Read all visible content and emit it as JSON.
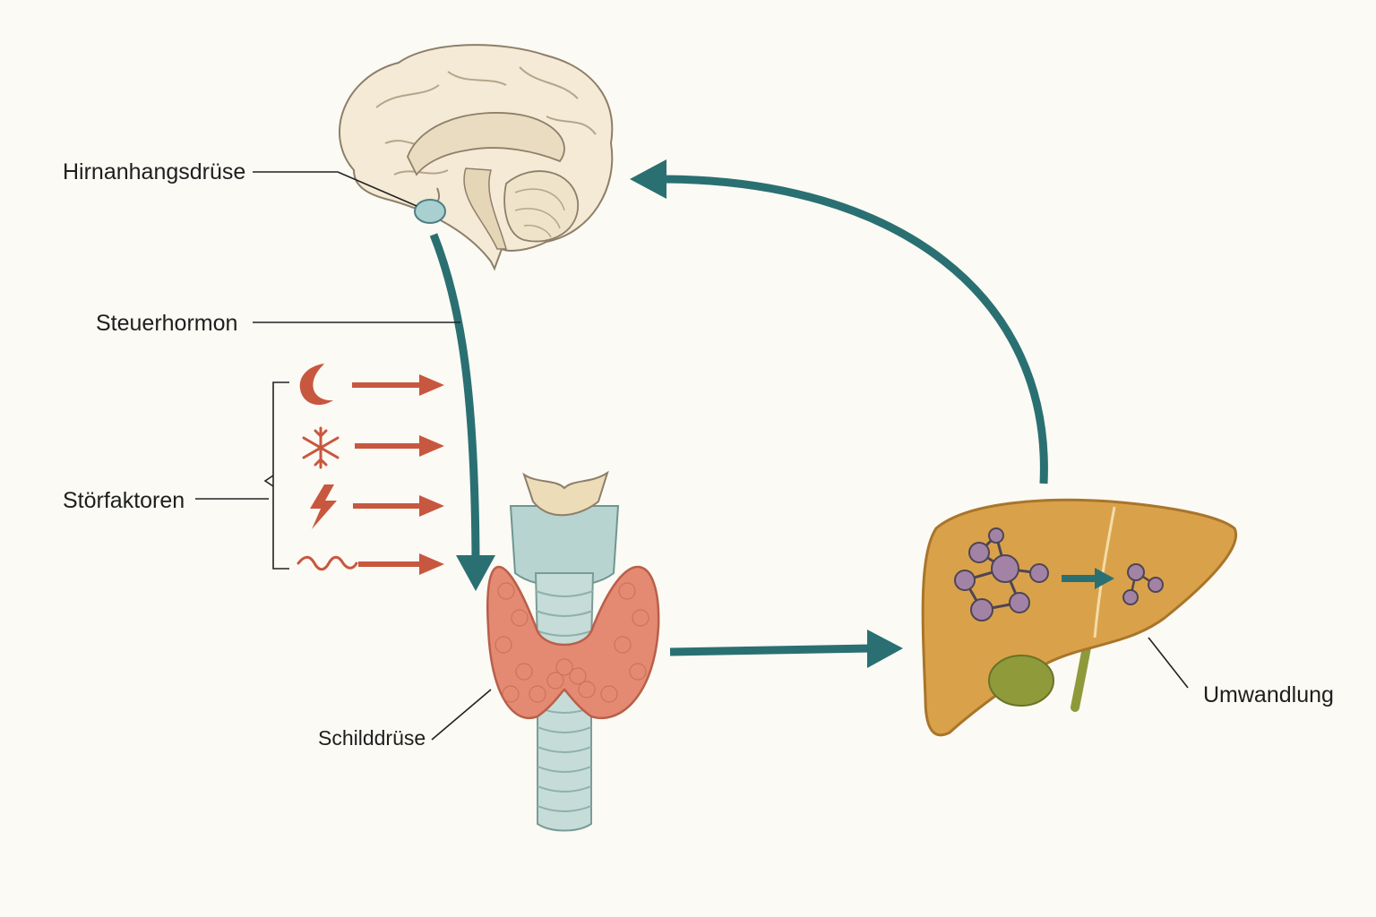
{
  "labels": {
    "pituitary": "Hirnanhangsdrüse",
    "control_hormone": "Steuerhormon",
    "disruptors": "Störfaktoren",
    "thyroid": "Schilddrüse",
    "conversion": "Umwandlung"
  },
  "disruptor_icons": [
    "moon-icon",
    "snowflake-icon",
    "lightning-icon",
    "wave-icon"
  ],
  "colors": {
    "flow_arrow": "#2a7072",
    "disruptor": "#c8573f",
    "brain": "#f4ead6",
    "thyroid": "#e58a72",
    "liver": "#d9a24a",
    "molecule": "#a283a6",
    "trachea": "#b8d4d1"
  }
}
